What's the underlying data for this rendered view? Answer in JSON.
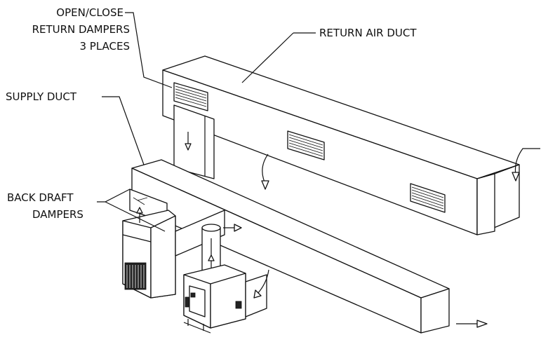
{
  "labels": {
    "dampers_line1": "OPEN/CLOSE",
    "dampers_line2": "RETURN DAMPERS",
    "dampers_line3": "3 PLACES",
    "return_duct": "RETURN AIR DUCT",
    "supply_duct": "SUPPLY DUCT",
    "backdraft_line1": "BACK DRAFT",
    "backdraft_line2": "DAMPERS"
  },
  "colors": {
    "line": "#111111",
    "background": "#ffffff"
  }
}
